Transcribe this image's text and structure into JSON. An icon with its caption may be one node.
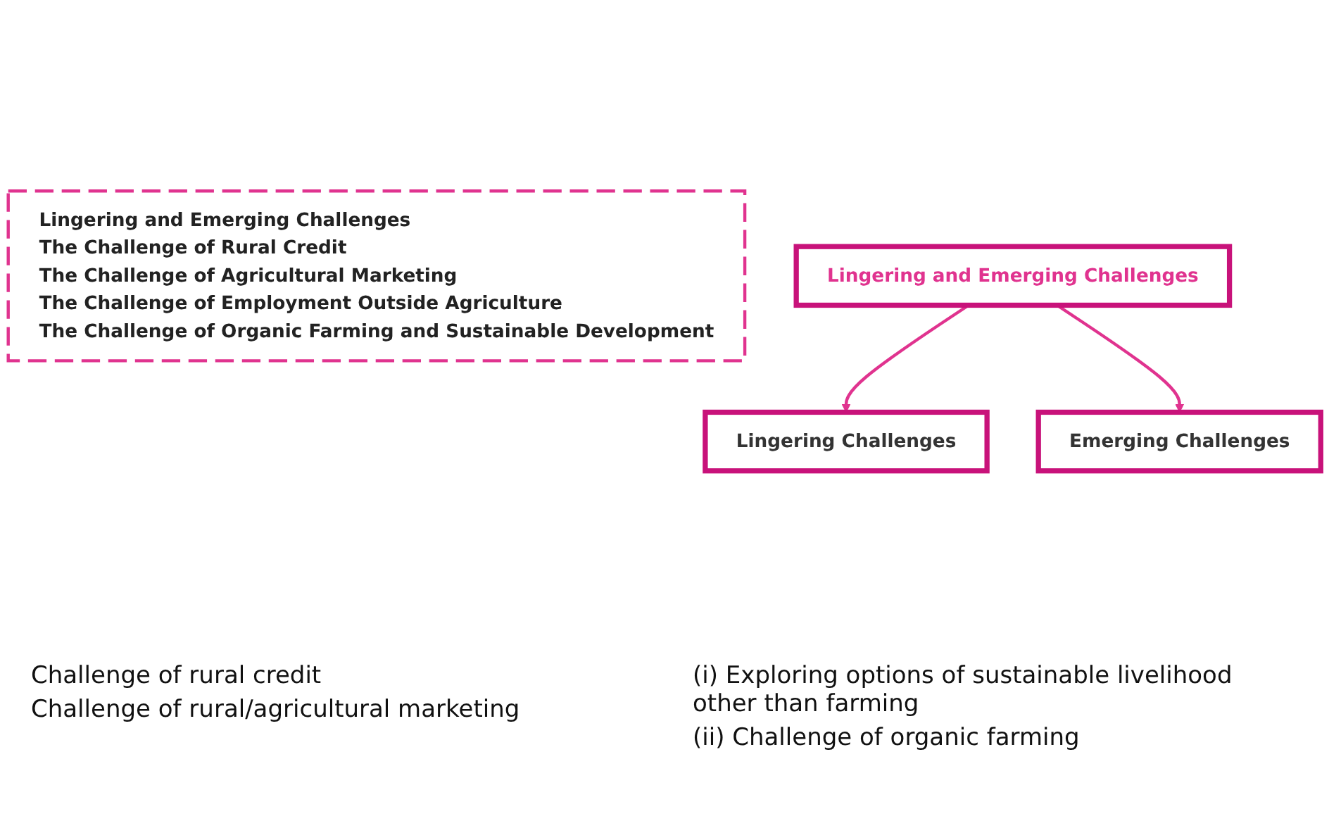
{
  "diagram": {
    "nodes": [
      {
        "text": [
          "Lingering and Emerging Challenges",
          "The Challenge of Rural Credit",
          "The Challenge of Agricultural Marketing",
          "The Challenge of Employment Outside Agriculture",
          "The Challenge of Organic Farming and Sustainable Development"
        ]
      },
      {
        "text": [
          "Lingering and Emerging Challenges"
        ]
      },
      {
        "text": [
          "Lingering Challenges"
        ]
      },
      {
        "text": [
          "Emerging Challenges"
        ]
      }
    ],
    "edges": [
      {
        "from": 1,
        "to": 2,
        "arrow": "to"
      },
      {
        "from": 1,
        "to": 3,
        "arrow": "to"
      }
    ],
    "labels": [
      "Challenge of rural credit",
      "Challenge of rural/agricultural marketing",
      "(i) Exploring options of sustainable livelihood other than farming",
      "(ii) Challenge of organic farming"
    ]
  }
}
